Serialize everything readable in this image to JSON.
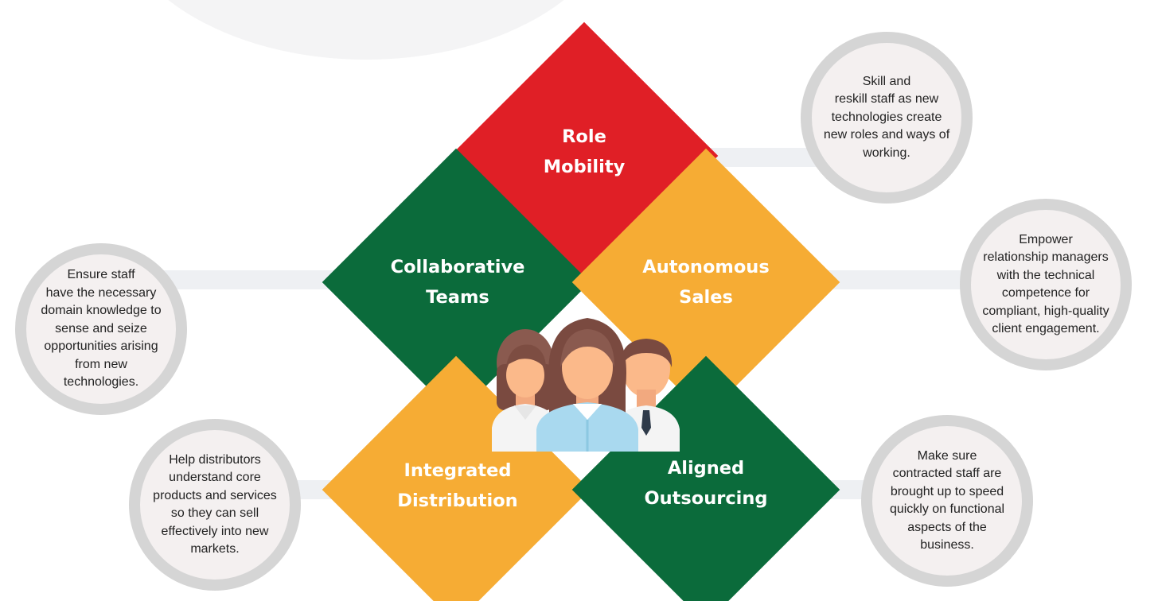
{
  "diagram": {
    "colors": {
      "red": "#e01f26",
      "green": "#0b6b3b",
      "orange": "#f6ac34",
      "circle_fill": "#f4f0f0",
      "circle_border": "#d5d5d5",
      "connector": "#eef0f3"
    },
    "center_icon": "team-people-icon",
    "nodes": {
      "role_mobility": {
        "line1": "Role",
        "line2": "Mobility",
        "description": "Skill and\nreskill staff as new\ntechnologies create\nnew roles and ways of\nworking."
      },
      "collaborative_teams": {
        "line1": "Collaborative",
        "line2": "Teams",
        "description": "Ensure staff\nhave the necessary\ndomain knowledge to\nsense and seize\nopportunities arising\nfrom new\ntechnologies."
      },
      "autonomous_sales": {
        "line1": "Autonomous",
        "line2": "Sales",
        "description": "Empower\nrelationship managers\nwith the technical\ncompetence for\ncompliant, high-quality\nclient engagement."
      },
      "integrated_distribution": {
        "line1": "Integrated",
        "line2": "Distribution",
        "description": "Help distributors\nunderstand core\nproducts and services\nso they can sell\neffectively into new\nmarkets."
      },
      "aligned_outsourcing": {
        "line1": "Aligned",
        "line2": "Outsourcing",
        "description": "Make sure\ncontracted staff are\nbrought up to speed\nquickly on functional\naspects of the\nbusiness."
      }
    }
  }
}
